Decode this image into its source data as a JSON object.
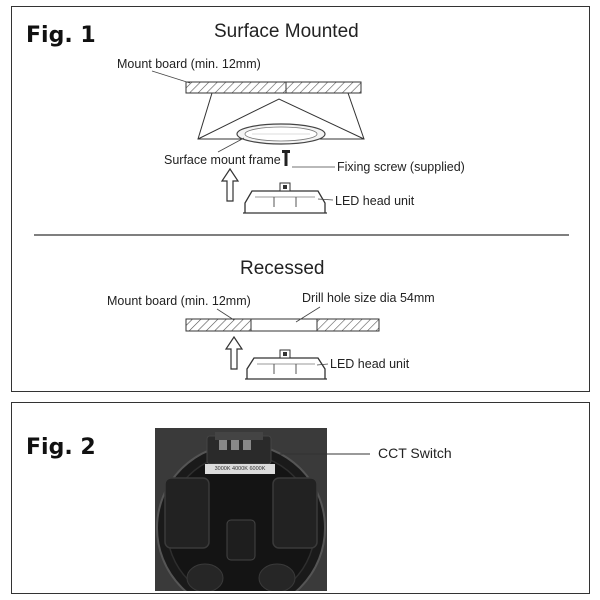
{
  "fig1": {
    "label": "Fig. 1",
    "surface": {
      "heading": "Surface Mounted",
      "mount_board": "Mount board (min. 12mm)",
      "frame": "Surface mount frame",
      "screw": "Fixing screw (supplied)",
      "head_unit": "LED head unit"
    },
    "recessed": {
      "heading": "Recessed",
      "mount_board": "Mount board (min. 12mm)",
      "drill_hole": "Drill hole size dia 54mm",
      "head_unit": "LED head unit"
    }
  },
  "fig2": {
    "label": "Fig. 2",
    "switch_label": "CCT Switch",
    "switch_options": "3000K 4000K 6000K"
  },
  "colors": {
    "border": "#333333",
    "line": "#444444",
    "photo_bg": "#3a3a3a",
    "housing": "#151515"
  }
}
